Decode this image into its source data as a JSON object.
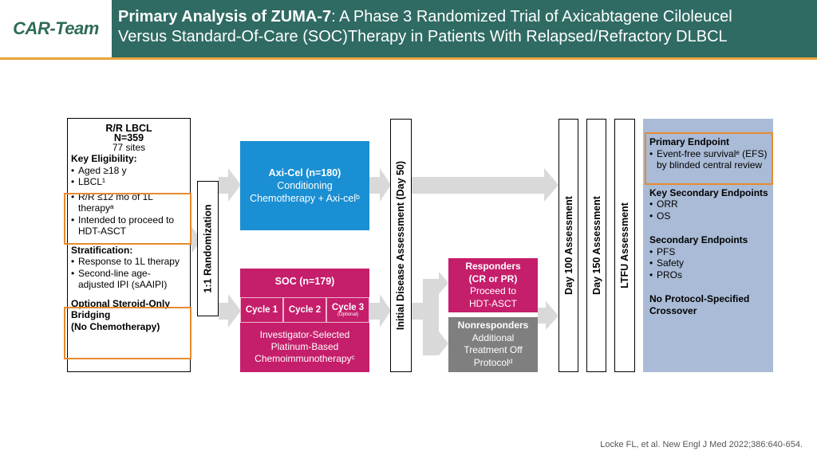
{
  "header": {
    "logo_text": "CAR-Team",
    "title_bold": "Primary Analysis of ZUMA-7",
    "title_rest": ": A Phase 3 Randomized Trial of Axicabtagene Ciloleucel",
    "title_line2": "Versus Standard-Of-Care (SOC)Therapy in Patients With Relapsed/Refractory DLBCL"
  },
  "eligibility": {
    "title": "R/R LBCL",
    "n": "N=359",
    "sites": "77 sites",
    "key_title": "Key Eligibility:",
    "items": [
      "Aged ≥18 y",
      "LBCL¹"
    ],
    "highlight_items": [
      "R/R ≤12 mo of 1L therapyᵃ",
      "Intended to proceed to HDT-ASCT"
    ],
    "strat_title": "Stratification:",
    "strat_items": [
      "Response to 1L therapy",
      "Second-line age-adjusted IPI (sAAIPI)"
    ],
    "bridging_line1": "Optional Steroid-Only",
    "bridging_line2": "Bridging",
    "bridging_line3": "(No Chemotherapy)"
  },
  "randomization_label": "1:1 Randomization",
  "axicel": {
    "title": "Axi-Cel (n=180)",
    "line1": "Conditioning",
    "line2": "Chemotherapy + Axi-celᵇ"
  },
  "soc": {
    "title": "SOC (n=179)",
    "cycle1": "Cycle 1",
    "cycle2": "Cycle 2",
    "cycle3": "Cycle 3",
    "cycle3_note": "(Optional)",
    "line1": "Investigator-Selected",
    "line2": "Platinum-Based",
    "line3": "Chemoimmunotherapyᶜ"
  },
  "initial_assessment_label": "Initial Disease Assessment (Day 50)",
  "responders": {
    "line1": "Responders",
    "line2": "(CR or PR)",
    "line3": "Proceed to",
    "line4": "HDT-ASCT"
  },
  "nonresponders": {
    "line1": "Nonresponders",
    "line2": "Additional",
    "line3": "Treatment Off",
    "line4": "Protocolᵈ"
  },
  "day100_label": "Day 100 Assessment",
  "day150_label": "Day 150 Assessment",
  "ltfu_label": "LTFU Assessment",
  "endpoints": {
    "primary_title": "Primary Endpoint",
    "primary_item": "Event-free survivalᵉ (EFS) by blinded central review",
    "key_secondary_title": "Key Secondary Endpoints",
    "key_secondary_items": [
      "ORR",
      "OS"
    ],
    "secondary_title": "Secondary Endpoints",
    "secondary_items": [
      "PFS",
      "Safety",
      "PROs"
    ],
    "crossover_line1": "No Protocol-Specified",
    "crossover_line2": "Crossover"
  },
  "citation": "Locke FL, et al. New Engl J Med 2022;386:640-654.",
  "colors": {
    "header_bg": "#2f6b63",
    "accent_orange": "#e88a2e",
    "axicel_blue": "#1a8fd3",
    "soc_magenta": "#c51e6b",
    "nonresponder_gray": "#7f7f7f",
    "endpoint_blue": "#a9bbd6",
    "arrow_gray": "#d9d9d9"
  }
}
